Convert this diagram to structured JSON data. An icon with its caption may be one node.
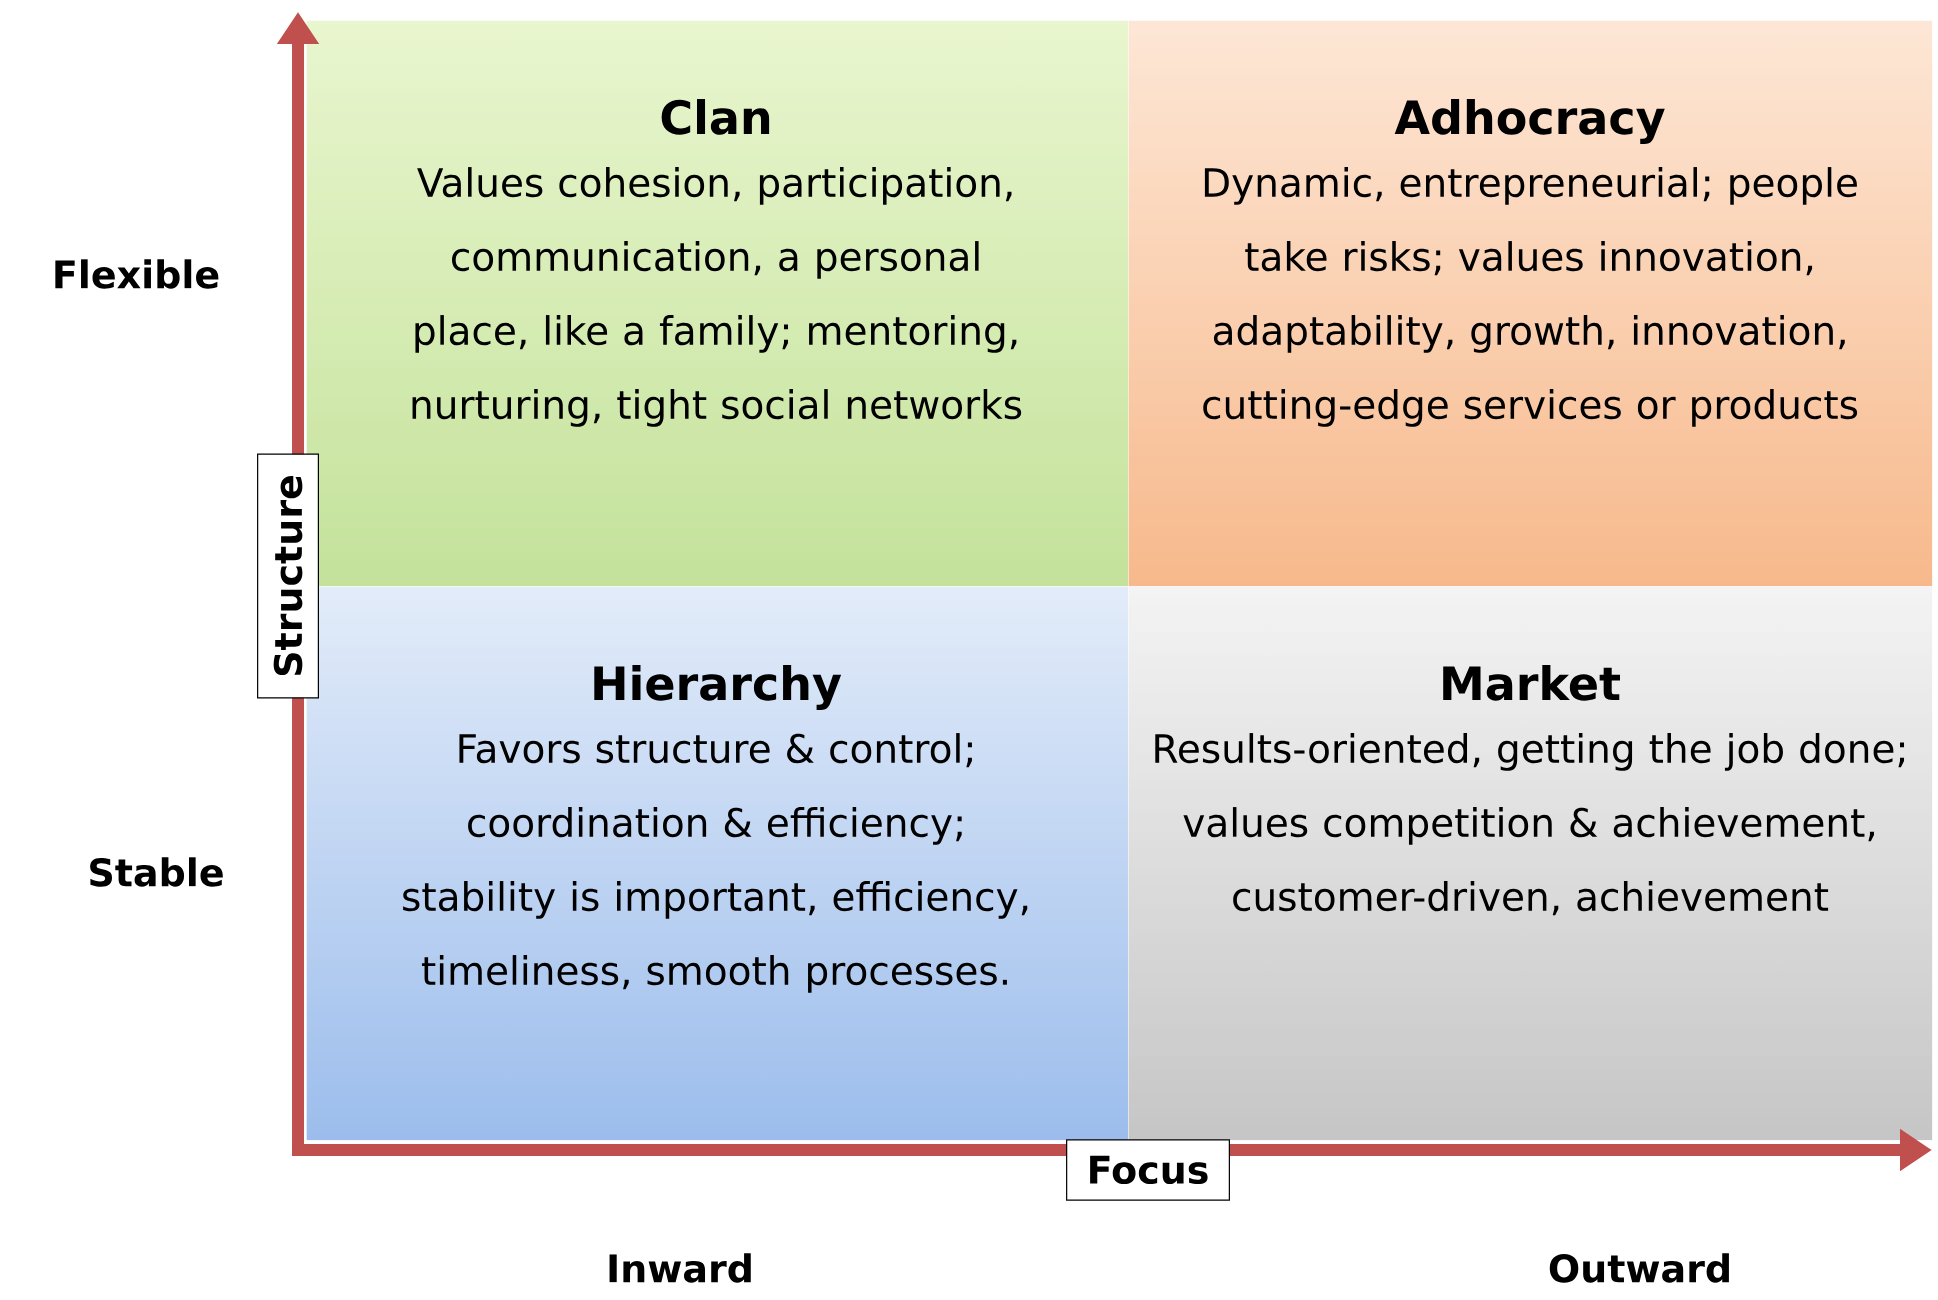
{
  "diagram": {
    "nodes": [
      {
        "text": [
          "Clan",
          "Values cohesion, participation, communication, a personal place, like a family; mentoring, nurturing, tight social networks"
        ]
      },
      {
        "text": [
          "Adhocracy",
          "Dynamic, entrepreneurial; people take risks; values innovation, adaptability, growth, innovation, cutting-edge services  or products"
        ]
      },
      {
        "text": [
          "Hierarchy",
          "Favors structure & control; coordination & efficiency; stability is important, efficiency, timeliness, smooth processes."
        ]
      },
      {
        "text": [
          "Market",
          "Results-oriented, getting the job done; values competition & achievement,  customer-driven, achievement"
        ]
      },
      {
        "text": [
          "Structure"
        ]
      },
      {
        "text": [
          "Focus"
        ]
      }
    ],
    "edges": [],
    "labels": [
      "Flexible",
      "Stable",
      "Inward",
      "Outward"
    ]
  }
}
